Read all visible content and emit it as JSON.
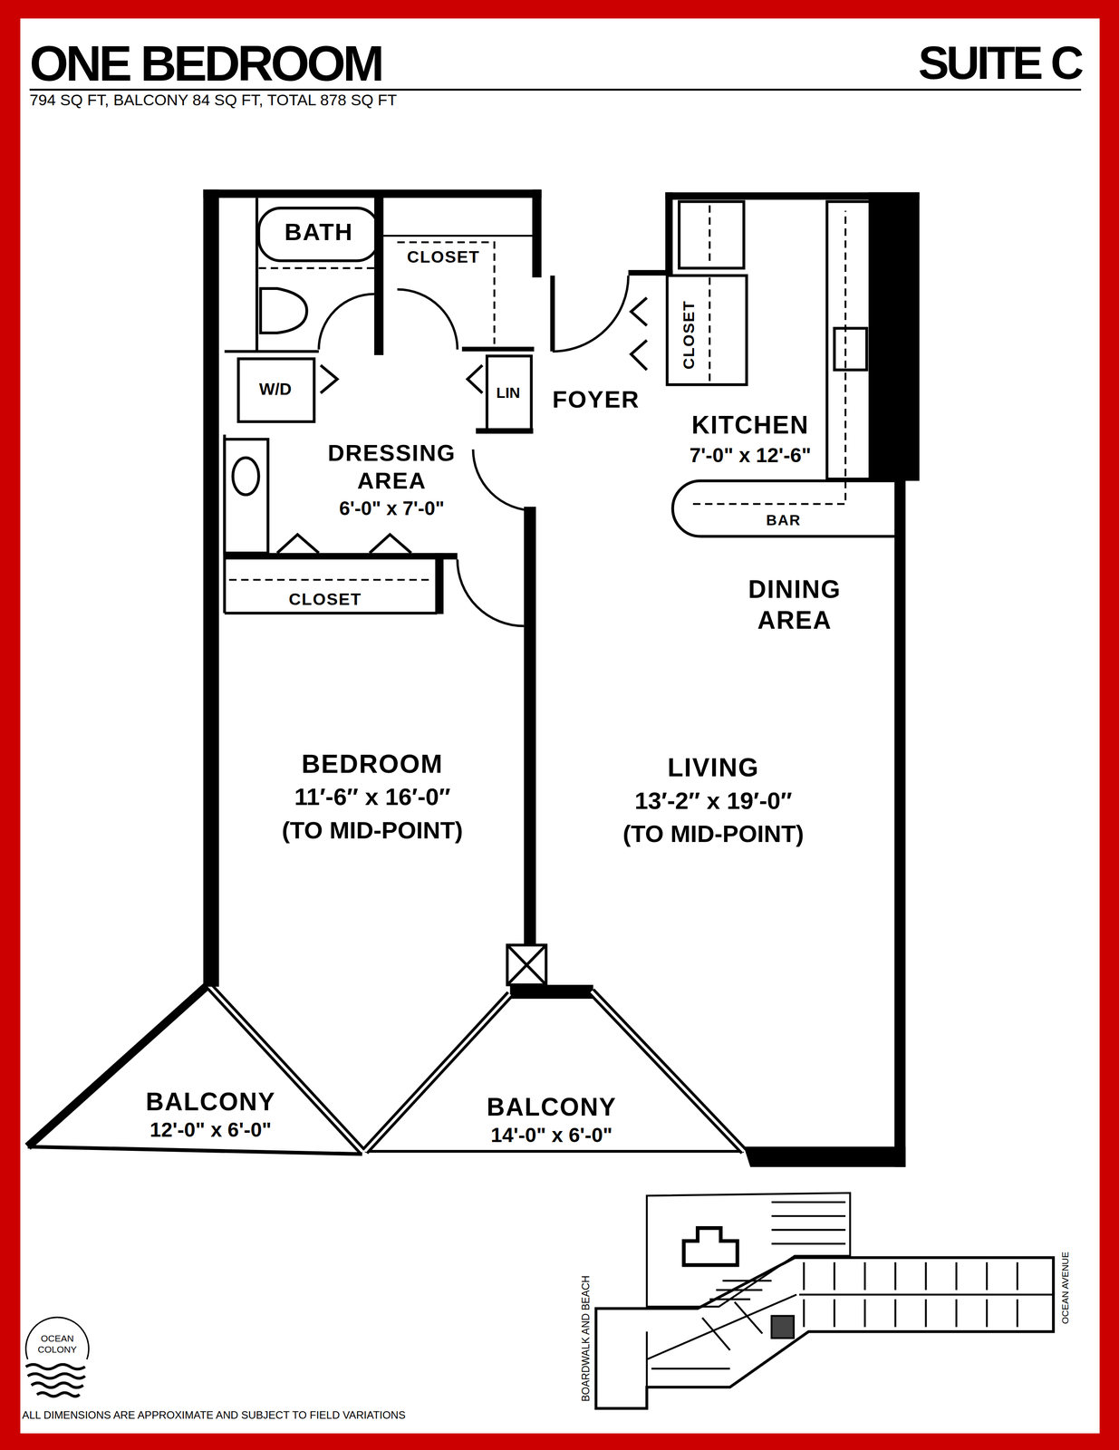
{
  "diagram": {
    "title": "ONE BEDROOM",
    "nodes": [
      {
        "text": [
          "BATH"
        ]
      },
      {
        "text": [
          "CLOSET"
        ]
      },
      {
        "text": [
          "W/D"
        ]
      },
      {
        "text": [
          "LIN"
        ]
      },
      {
        "text": [
          "CLOSET"
        ]
      },
      {
        "text": [
          "KITCHEN",
          "7'-0\" x 12'-6\""
        ]
      },
      {
        "text": [
          "DRESSING AREA",
          "6'-0\" x 7'-0\""
        ]
      },
      {
        "text": [
          "CLOSET"
        ]
      },
      {
        "text": [
          "BEDROOM",
          "11′-6″ x 16′-0″",
          "(TO MID-POINT)"
        ]
      },
      {
        "text": [
          "LIVING",
          "13′-2″ x 19′-0″",
          "(TO MID-POINT)"
        ]
      },
      {
        "text": [
          "BALCONY",
          "12'-0\" x 6'-0\""
        ]
      },
      {
        "text": [
          "BALCONY",
          "14'-0\" x 6'-0\""
        ]
      }
    ],
    "labels": [
      "SUITE C",
      "794 SQ FT, BALCONY 84 SQ FT, TOTAL 878 SQ FT",
      "FOYER",
      "BAR",
      "DINING AREA",
      "OCEAN",
      "COLONY",
      "BOARDWALK AND BEACH",
      "OCEAN AVENUE",
      "ALL DIMENSIONS ARE APPROXIMATE AND SUBJECT TO FIELD VARIATIONS"
    ]
  }
}
